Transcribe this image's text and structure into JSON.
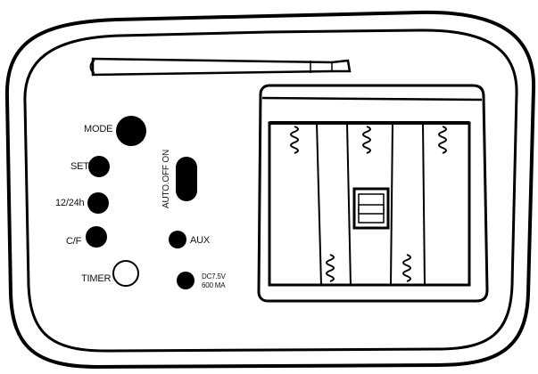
{
  "labels": {
    "mode": "MODE",
    "set": "SET",
    "hour_format": "12/24h",
    "temp_unit": "C/F",
    "timer": "TIMER",
    "aux": "AUX",
    "auto_off_on": "AUTO.OFF ON",
    "dc_power_line1": "DC7.5V",
    "dc_power_line2": "600 MA"
  },
  "colors": {
    "outline": "#000000",
    "fill": "#ffffff"
  }
}
